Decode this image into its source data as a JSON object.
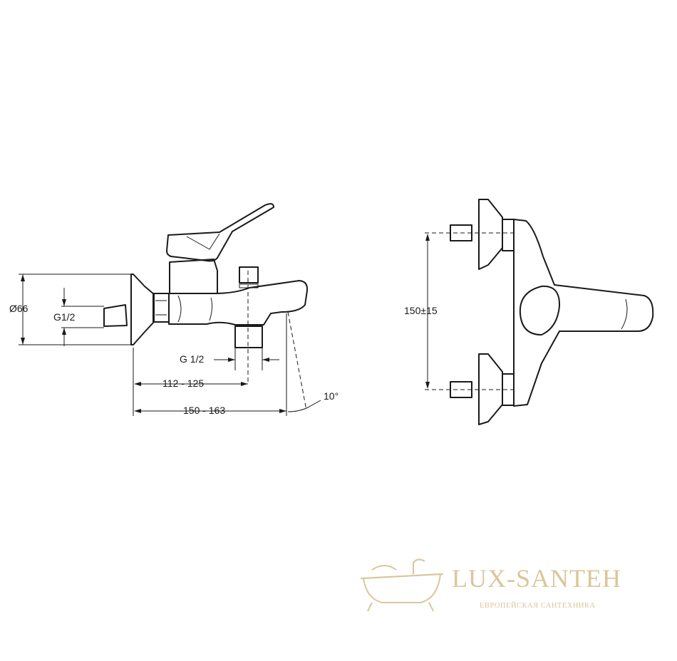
{
  "side_view": {
    "dims": {
      "diameter": "Ø66",
      "inlet_thread": "G1/2",
      "outlet_thread": "G 1/2",
      "length_outlet": "112 - 125",
      "length_total": "150 - 163",
      "angle": "10°"
    }
  },
  "front_view": {
    "dims": {
      "inlet_spacing": "150±15"
    }
  },
  "watermark": {
    "brand": "LUX-SANTEH",
    "tagline": "ЕВРОПЕЙСКАЯ САНТЕХНИКА",
    "color": "#d7c08f"
  }
}
